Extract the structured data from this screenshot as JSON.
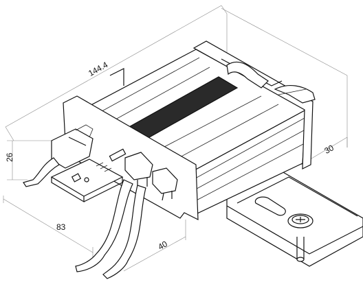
{
  "dimensions": {
    "length": "144.4",
    "height": "26",
    "width": "83",
    "depth": "40",
    "rail": "30"
  }
}
